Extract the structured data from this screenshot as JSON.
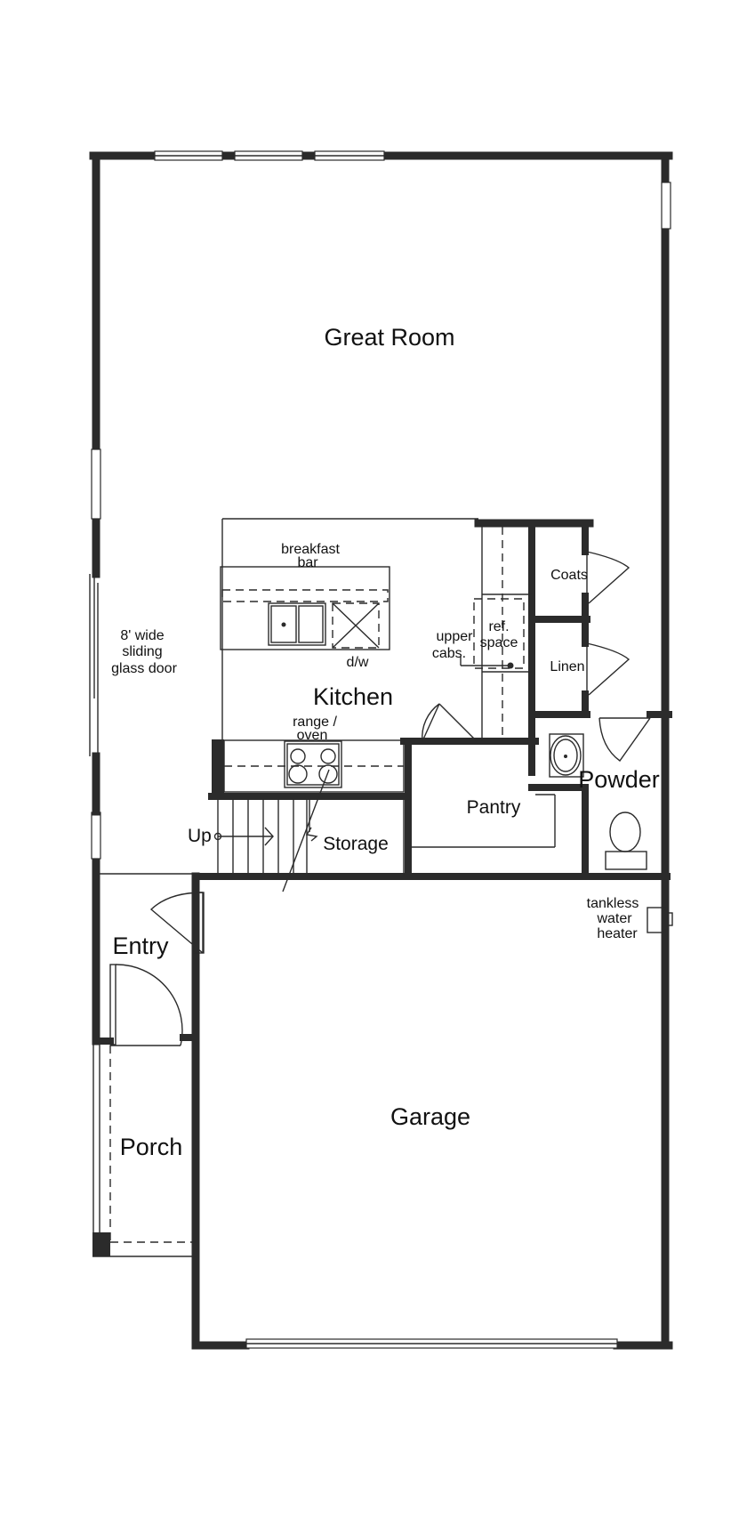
{
  "rooms": {
    "great_room": "Great Room",
    "kitchen": "Kitchen",
    "pantry": "Pantry",
    "storage": "Storage",
    "powder": "Powder",
    "coats": "Coats",
    "linen": "Linen",
    "entry": "Entry",
    "garage": "Garage",
    "porch": "Porch"
  },
  "labels": {
    "breakfast_bar": [
      "breakfast",
      "bar"
    ],
    "dishwasher": "d/w",
    "range_oven": [
      "range /",
      "oven"
    ],
    "upper_cabs": [
      "upper",
      "cabs."
    ],
    "ref_space": [
      "ref.",
      "space"
    ],
    "sliding_door": [
      "8' wide",
      "sliding",
      "glass door"
    ],
    "stairs_up": "Up",
    "water_heater": [
      "tankless",
      "water",
      "heater"
    ]
  },
  "colors": {
    "wall": "#2b2b2b",
    "background": "#ffffff",
    "text": "#111111"
  }
}
